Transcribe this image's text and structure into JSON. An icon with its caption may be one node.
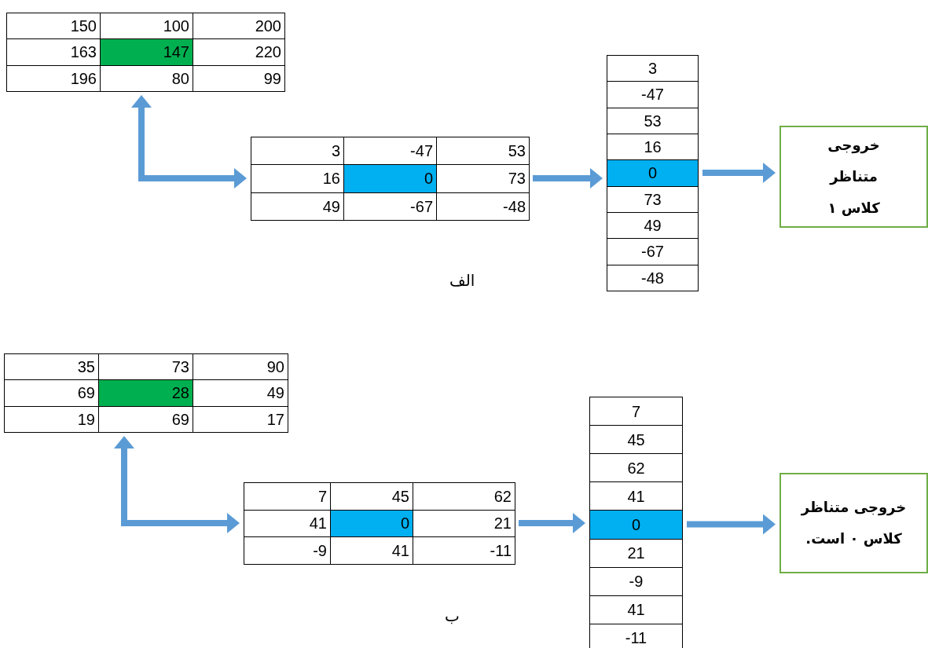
{
  "diagram": {
    "nodes": [
      {
        "text": [
          "150",
          "100",
          "200",
          "163",
          "147",
          "220",
          "196",
          "80",
          "99"
        ]
      },
      {
        "text": [
          "3",
          "-47",
          "53",
          "16",
          "0",
          "73",
          "49",
          "-67",
          "-48"
        ]
      },
      {
        "text": [
          "3",
          "-47",
          "53",
          "16",
          "0",
          "73",
          "49",
          "-67",
          "-48"
        ]
      },
      {
        "text": [
          "خروجی متناظر کلاس ۱"
        ]
      },
      {
        "text": [
          "35",
          "73",
          "90",
          "69",
          "28",
          "49",
          "19",
          "69",
          "17"
        ]
      },
      {
        "text": [
          "7",
          "45",
          "62",
          "41",
          "0",
          "21",
          "-9",
          "41",
          "-11"
        ]
      },
      {
        "text": [
          "7",
          "45",
          "62",
          "41",
          "0",
          "21",
          "-9",
          "41",
          "-11"
        ]
      },
      {
        "text": [
          "خروجی متناظر کلاس ۰ است."
        ]
      }
    ],
    "edges": [
      {
        "from": 0,
        "to": 1,
        "arrow": "both"
      },
      {
        "from": 1,
        "to": 2,
        "arrow": "to"
      },
      {
        "from": 2,
        "to": 3,
        "arrow": "to"
      },
      {
        "from": 4,
        "to": 5,
        "arrow": "both"
      },
      {
        "from": 5,
        "to": 6,
        "arrow": "to"
      },
      {
        "from": 6,
        "to": 7,
        "arrow": "to"
      }
    ],
    "labels": [
      "الف",
      "ب"
    ]
  }
}
